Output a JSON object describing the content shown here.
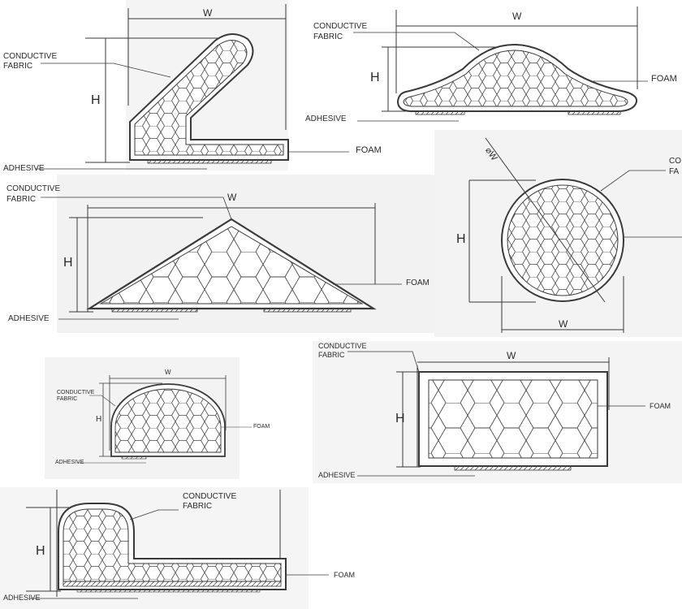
{
  "labels": {
    "conductive": "CONDUCTIVE",
    "fabric": "FABRIC",
    "conductive_fabric_clipped": "CO",
    "fabric_clipped": "FA",
    "foam": "FOAM",
    "adhesive": "ADHESIVE",
    "h": "H",
    "w": "W",
    "diameter_w": "⌀W"
  },
  "colors": {
    "line": "#3a3a3a",
    "hex": "#4a4a4a",
    "background": "#ffffff",
    "panel_tint": "#f3f3f3"
  }
}
